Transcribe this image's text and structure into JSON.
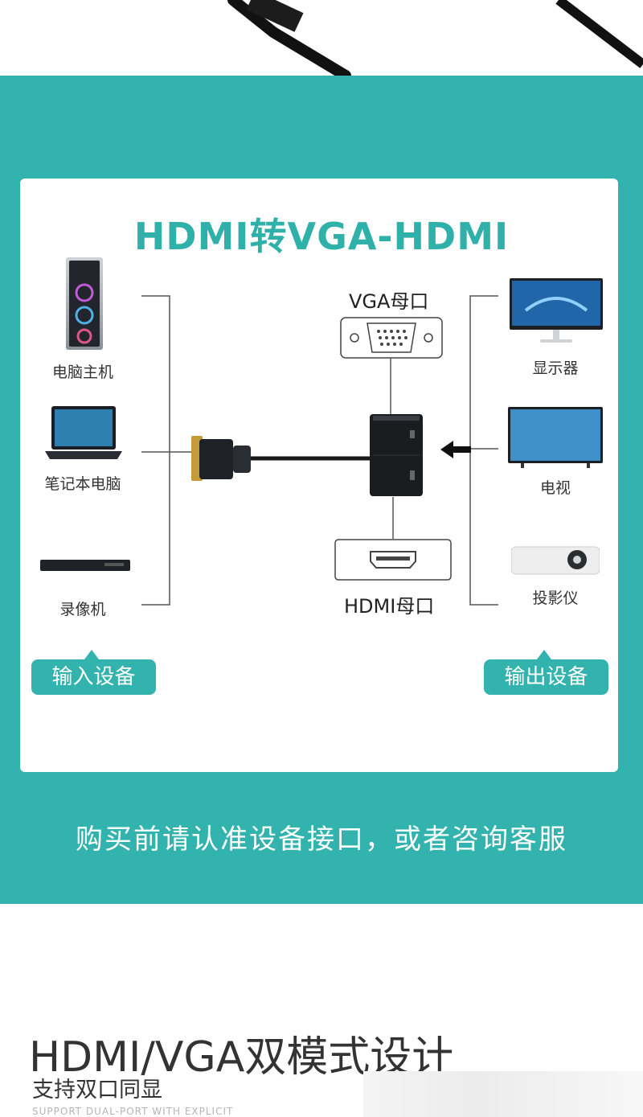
{
  "diagram": {
    "title": "HDMI转VGA-HDMI",
    "input_devices": [
      {
        "label": "电脑主机",
        "icon": "desktop-tower-icon"
      },
      {
        "label": "笔记本电脑",
        "icon": "laptop-icon"
      },
      {
        "label": "录像机",
        "icon": "video-recorder-icon"
      }
    ],
    "output_devices": [
      {
        "label": "显示器",
        "icon": "monitor-icon"
      },
      {
        "label": "电视",
        "icon": "tv-icon"
      },
      {
        "label": "投影仪",
        "icon": "projector-icon"
      }
    ],
    "ports": {
      "vga": "VGA母口",
      "hdmi": "HDMI母口"
    },
    "input_badge": "输入设备",
    "output_badge": "输出设备"
  },
  "notice": "购买前请认准设备接口，或者咨询客服",
  "feature": {
    "title": "HDMI/VGA双模式设计",
    "subtitle": "支持双口同显",
    "english": "SUPPORT DUAL-PORT WITH EXPLICIT"
  },
  "colors": {
    "teal": "#32b3ad",
    "title_teal": "#2fb0a8",
    "white": "#ffffff"
  }
}
